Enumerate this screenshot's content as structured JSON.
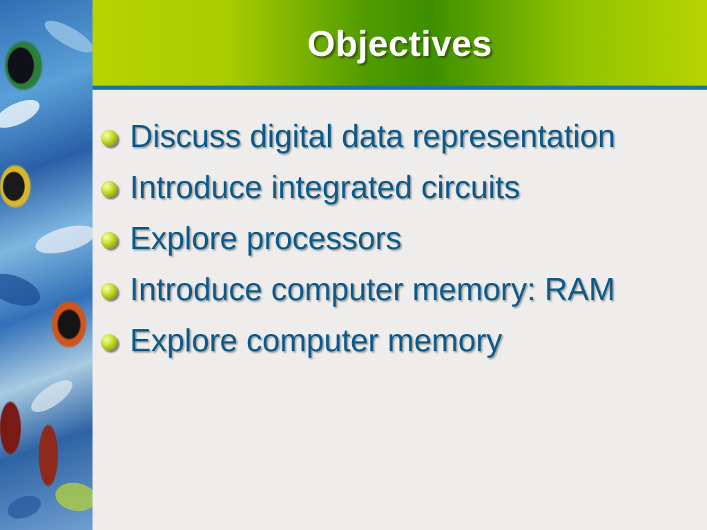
{
  "slide": {
    "title": "Objectives",
    "bullets": [
      {
        "text": "Discuss digital data representation"
      },
      {
        "text": "Introduce integrated circuits"
      },
      {
        "text": "Explore processors"
      },
      {
        "text": "Introduce computer memory: RAM"
      },
      {
        "text": "Explore computer memory"
      }
    ]
  },
  "theme": {
    "title_band_color": "#a9cc00",
    "title_rule_color": "#1a73a8",
    "title_text_color": "#ffffff",
    "bullet_text_color": "#0b5a8c",
    "bullet_icon_color": "#c2d628",
    "bullet_icon": "sphere-bullet-icon"
  }
}
